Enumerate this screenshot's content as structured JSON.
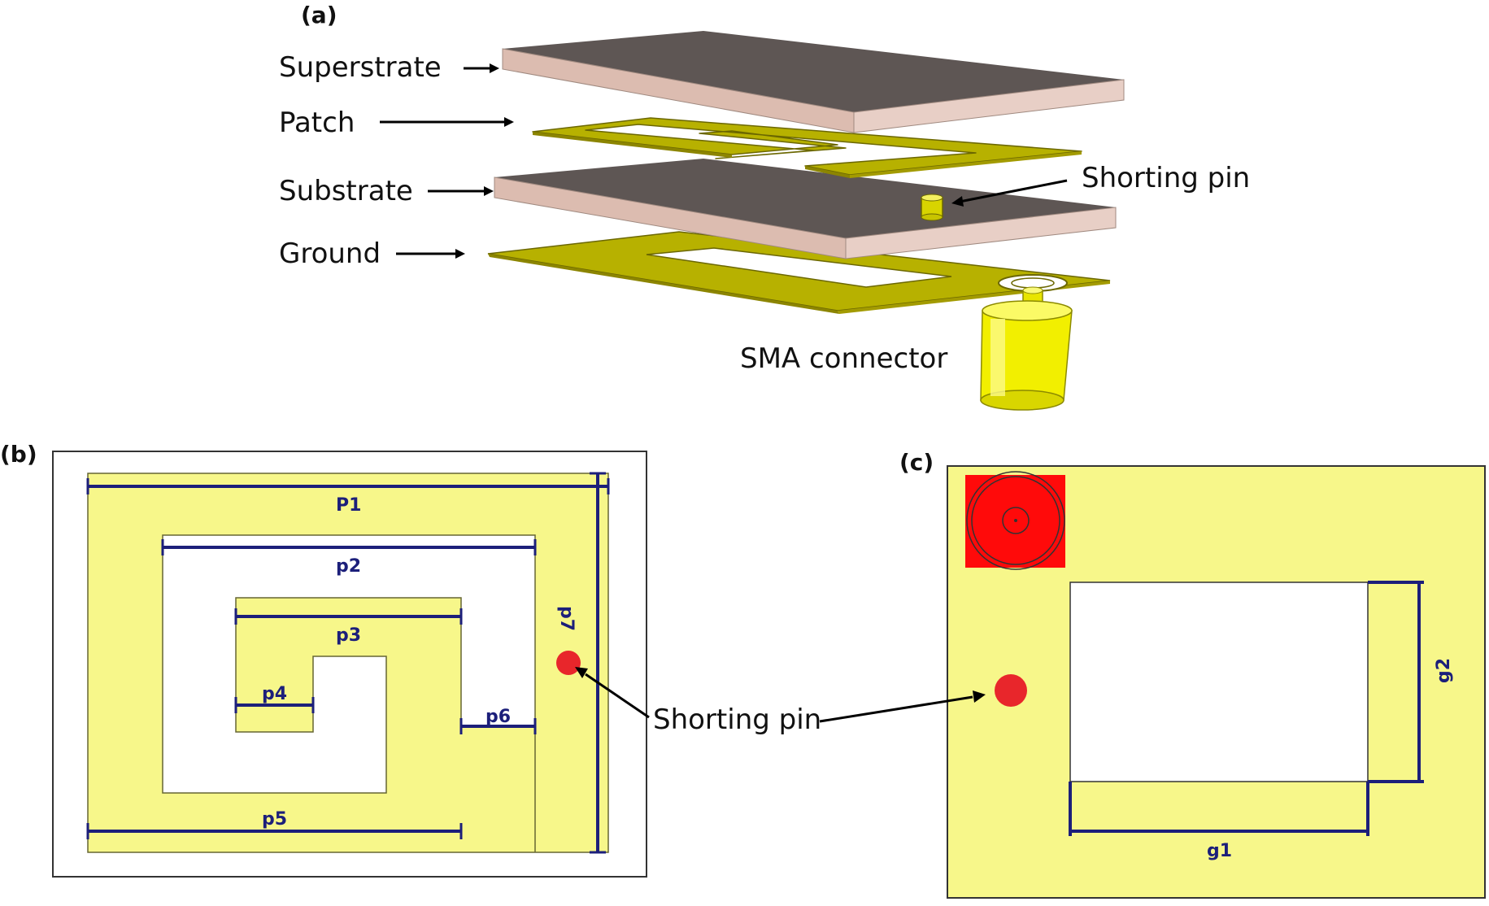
{
  "panels": {
    "a": "(a)",
    "b": "(b)",
    "c": "(c)"
  },
  "labels_a": {
    "superstrate": "Superstrate",
    "patch": "Patch",
    "substrate": "Substrate",
    "ground": "Ground",
    "shorting_pin": "Shorting pin",
    "sma": "SMA connector"
  },
  "labels_b": {
    "p1": "P1",
    "p2": "p2",
    "p3": "p3",
    "p4": "p4",
    "p5": "p5",
    "p6": "p6",
    "p7": "p7"
  },
  "shorting_pin_bc": "Shorting pin",
  "labels_c": {
    "g1": "g1",
    "g2": "g2"
  },
  "colors": {
    "copper": "#f7f78a",
    "copper_3d": "#b7b100",
    "dielectric_top": "#5e5654",
    "dielectric_side": "#dcbcb0",
    "pin": "#e8262b",
    "sma": "#f5f200",
    "dimension": "#1c1f7a"
  }
}
